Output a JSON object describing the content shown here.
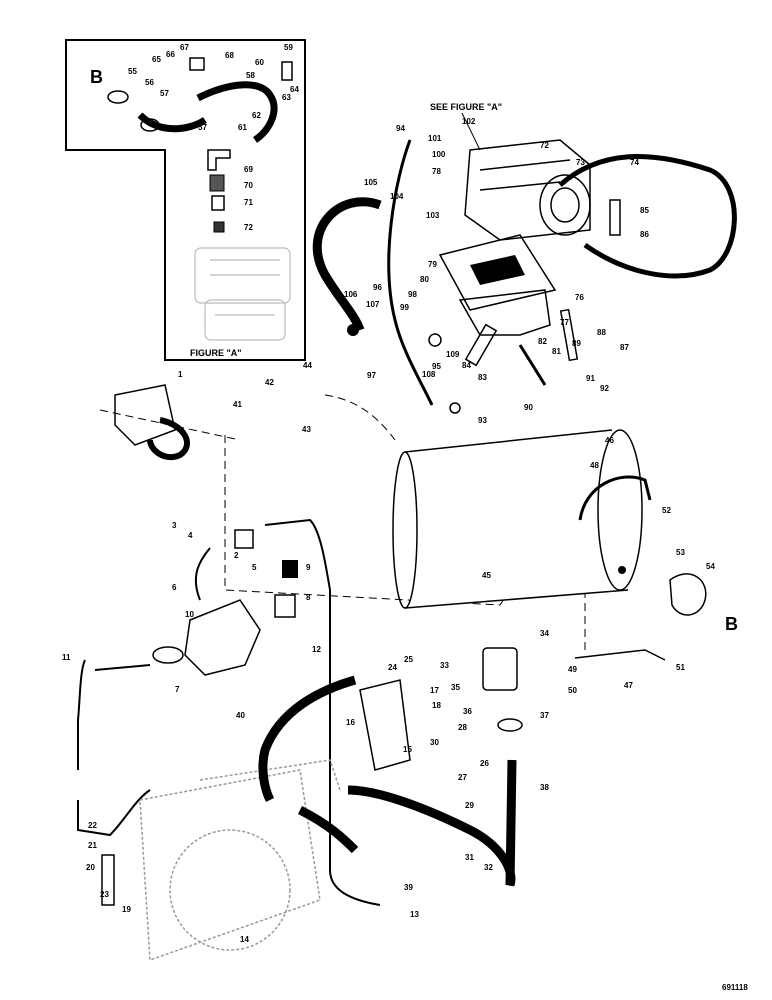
{
  "inset": {
    "caption": "FIGURE \"A\"",
    "marker": "B",
    "callouts": [
      "55",
      "56",
      "57",
      "58",
      "59",
      "60",
      "61",
      "62",
      "63",
      "64",
      "65",
      "66",
      "67",
      "68",
      "69",
      "70",
      "71",
      "72",
      "57"
    ]
  },
  "main": {
    "see_figure_note": "SEE FIGURE \"A\"",
    "marker_b": "B",
    "callouts": [
      "1",
      "2",
      "3",
      "4",
      "5",
      "6",
      "7",
      "8",
      "9",
      "10",
      "11",
      "12",
      "13",
      "14",
      "15",
      "16",
      "17",
      "18",
      "19",
      "20",
      "21",
      "22",
      "23",
      "24",
      "25",
      "26",
      "27",
      "28",
      "29",
      "30",
      "31",
      "32",
      "33",
      "34",
      "35",
      "36",
      "37",
      "38",
      "39",
      "40",
      "41",
      "42",
      "43",
      "44",
      "45",
      "46",
      "47",
      "48",
      "49",
      "50",
      "51",
      "52",
      "53",
      "54",
      "72",
      "73",
      "74",
      "76",
      "77",
      "78",
      "79",
      "80",
      "81",
      "82",
      "83",
      "84",
      "85",
      "86",
      "87",
      "88",
      "89",
      "90",
      "91",
      "92",
      "93",
      "94",
      "95",
      "96",
      "97",
      "98",
      "99",
      "100",
      "101",
      "102",
      "103",
      "104",
      "105",
      "106",
      "107",
      "108",
      "109"
    ]
  },
  "footer": {
    "part_number": "691118"
  }
}
